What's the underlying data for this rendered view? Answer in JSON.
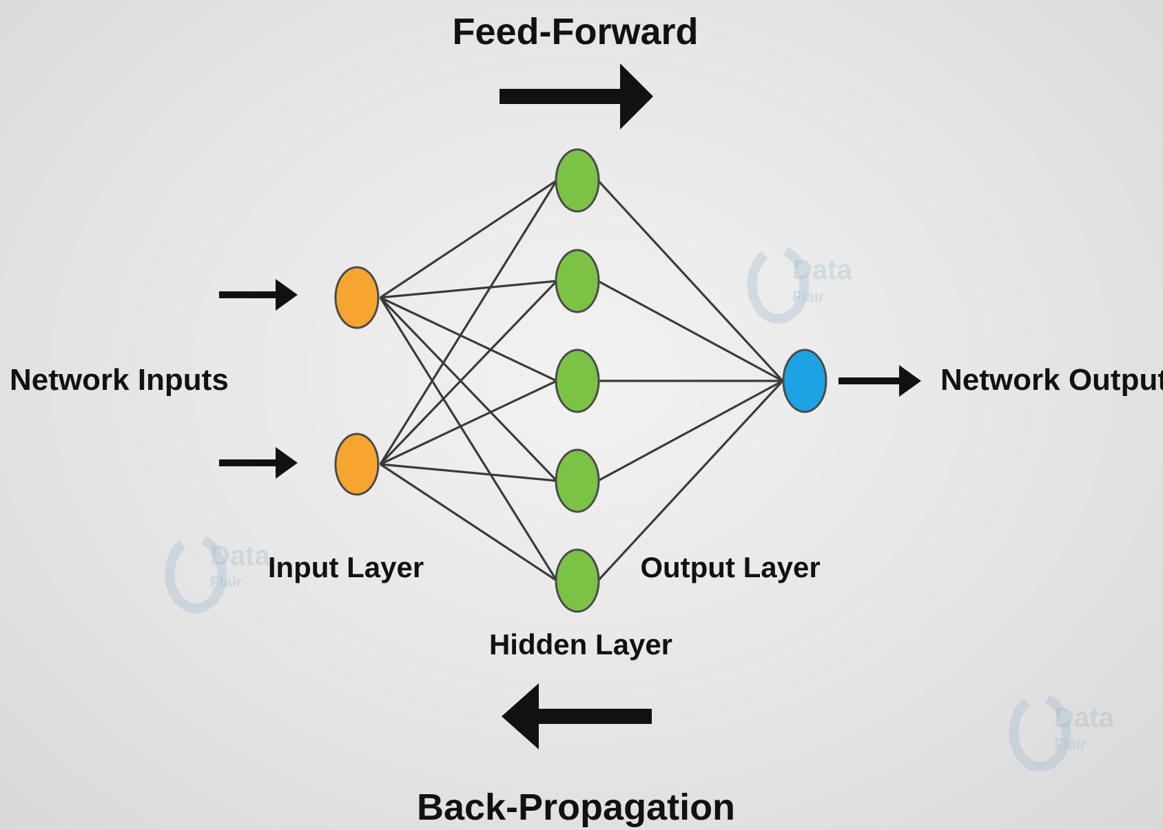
{
  "titles": {
    "feed_forward": "Feed-Forward",
    "back_propagation": "Back-Propagation"
  },
  "labels": {
    "network_inputs": "Network Inputs",
    "network_output": "Network Output",
    "input_layer": "Input Layer",
    "hidden_layer": "Hidden Layer",
    "output_layer": "Output Layer"
  },
  "layers": {
    "input_count": 2,
    "hidden_count": 5,
    "output_count": 1
  },
  "watermark": {
    "text": "Data",
    "subtext": "Flair",
    "color": "#9fb9cc"
  },
  "colors": {
    "input_node": "#f7a531",
    "hidden_node": "#7cc244",
    "output_node": "#1ca3e4",
    "node_stroke": "#4a4a4a",
    "arrow": "#111111"
  }
}
